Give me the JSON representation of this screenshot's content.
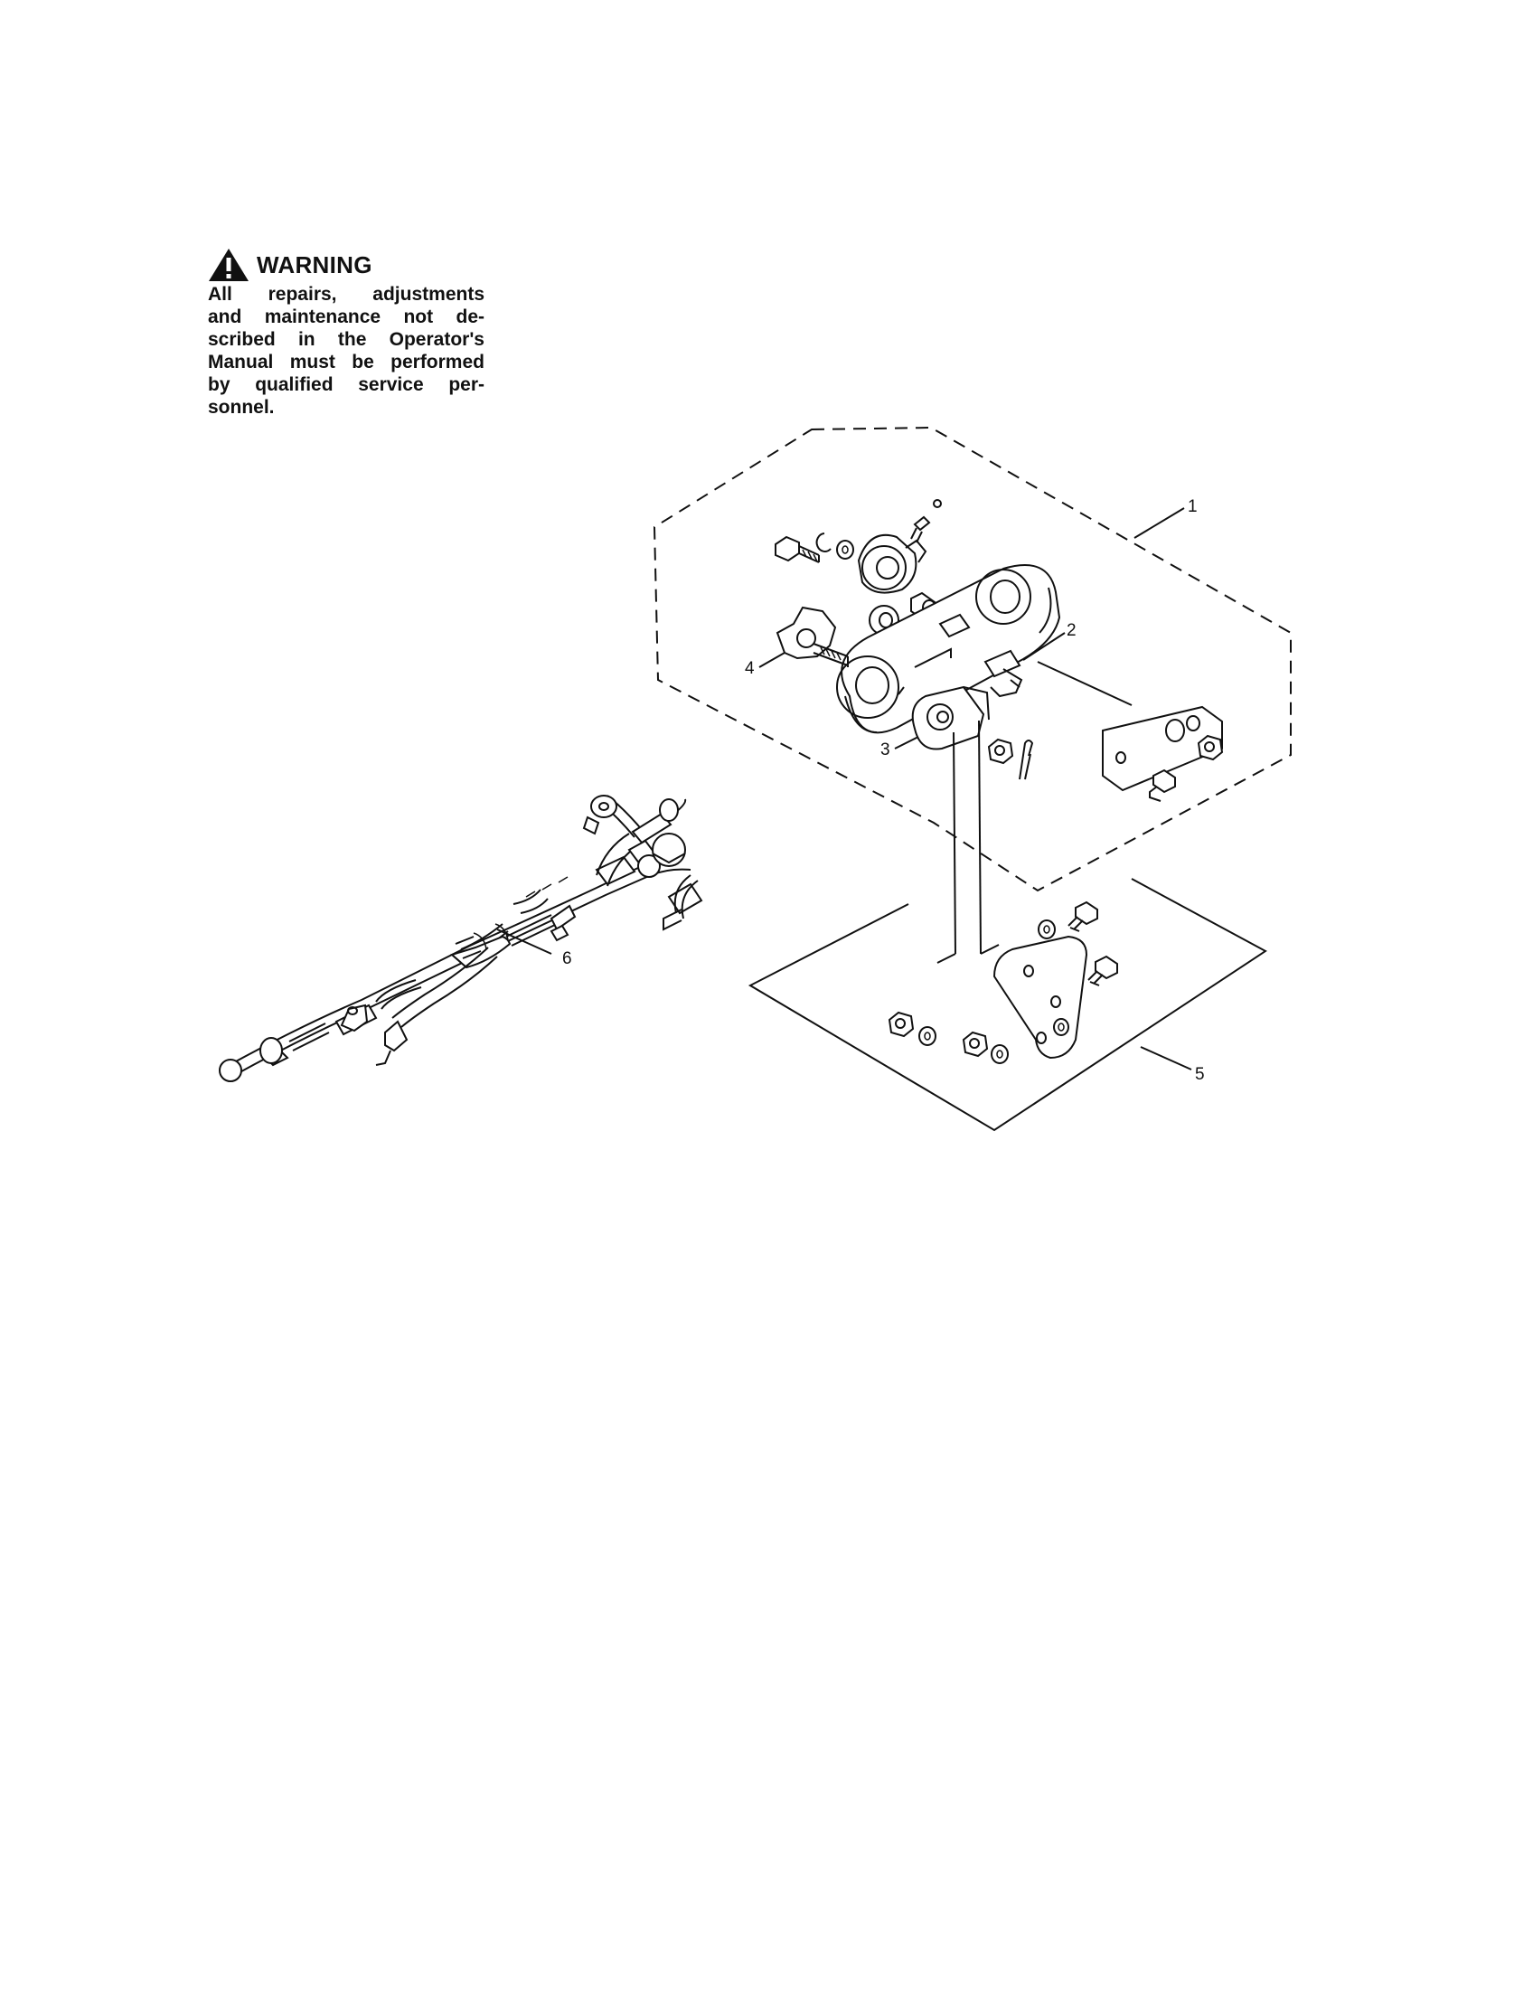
{
  "warning": {
    "title": "WARNING",
    "icon": "warning-triangle-icon",
    "lines": [
      "All repairs, adjustments",
      "and maintenance not de-",
      "scribed in the Operator's",
      "Manual must be performed",
      "by qualified service per-",
      "sonnel."
    ]
  },
  "callouts": [
    {
      "id": "1",
      "label": "1"
    },
    {
      "id": "2",
      "label": "2"
    },
    {
      "id": "3",
      "label": "3"
    },
    {
      "id": "4",
      "label": "4"
    },
    {
      "id": "5",
      "label": "5"
    },
    {
      "id": "6",
      "label": "6"
    }
  ]
}
